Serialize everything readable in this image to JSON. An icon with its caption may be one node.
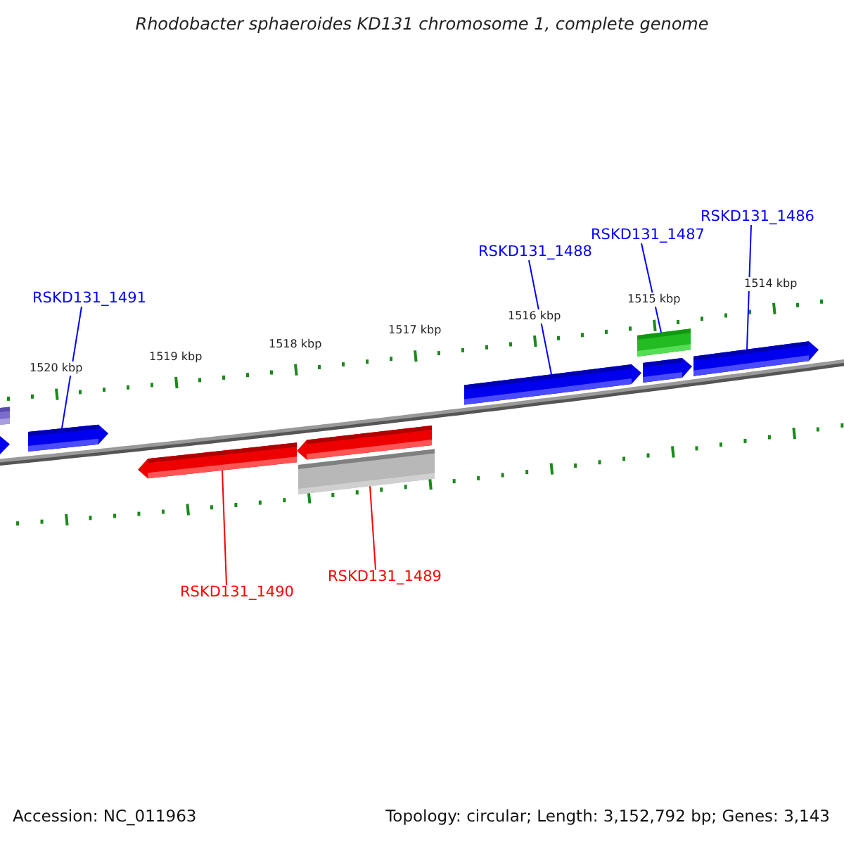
{
  "diagram": {
    "title": "Rhodobacter sphaeroides KD131 chromosome 1, complete genome",
    "nodes": [
      {
        "text": [
          "RSKD131_1491"
        ]
      },
      {
        "text": [
          "RSKD131_1488"
        ]
      },
      {
        "text": [
          "RSKD131_1487"
        ]
      },
      {
        "text": [
          "RSKD131_1486"
        ]
      },
      {
        "text": [
          "RSKD131_1490"
        ]
      },
      {
        "text": [
          "RSKD131_1489"
        ]
      },
      {
        "text": [],
        "shape": "bar"
      },
      {
        "text": [],
        "shape": "bar"
      },
      {
        "text": [],
        "shape": "bar"
      },
      {
        "text": [],
        "shape": "bar"
      },
      {
        "text": [],
        "shape": "bar"
      },
      {
        "text": [],
        "shape": "bar"
      },
      {
        "text": [],
        "shape": "bar"
      },
      {
        "text": [],
        "shape": "bar"
      },
      {
        "text": [],
        "shape": "bar"
      },
      {
        "text": [],
        "shape": "bar"
      }
    ],
    "edges": [
      {
        "from": 0,
        "to": 8,
        "arrow": "none"
      },
      {
        "from": 1,
        "to": 12,
        "arrow": "none"
      },
      {
        "from": 2,
        "to": 13,
        "arrow": "none"
      },
      {
        "from": 3,
        "to": 15,
        "arrow": "none"
      },
      {
        "from": 4,
        "to": 9,
        "arrow": "none",
        "color": "#ff0000"
      },
      {
        "from": 5,
        "to": 11,
        "arrow": "none",
        "color": "#ff0000"
      }
    ],
    "labels": [
      "1520 kbp",
      "1519 kbp",
      "1518 kbp",
      "1517 kbp",
      "1516 kbp",
      "1515 kbp",
      "1514 kbp",
      "Accession: NC_011963",
      "Topology: circular; Length: 3,152,792 bp; Genes: 3,143"
    ]
  }
}
